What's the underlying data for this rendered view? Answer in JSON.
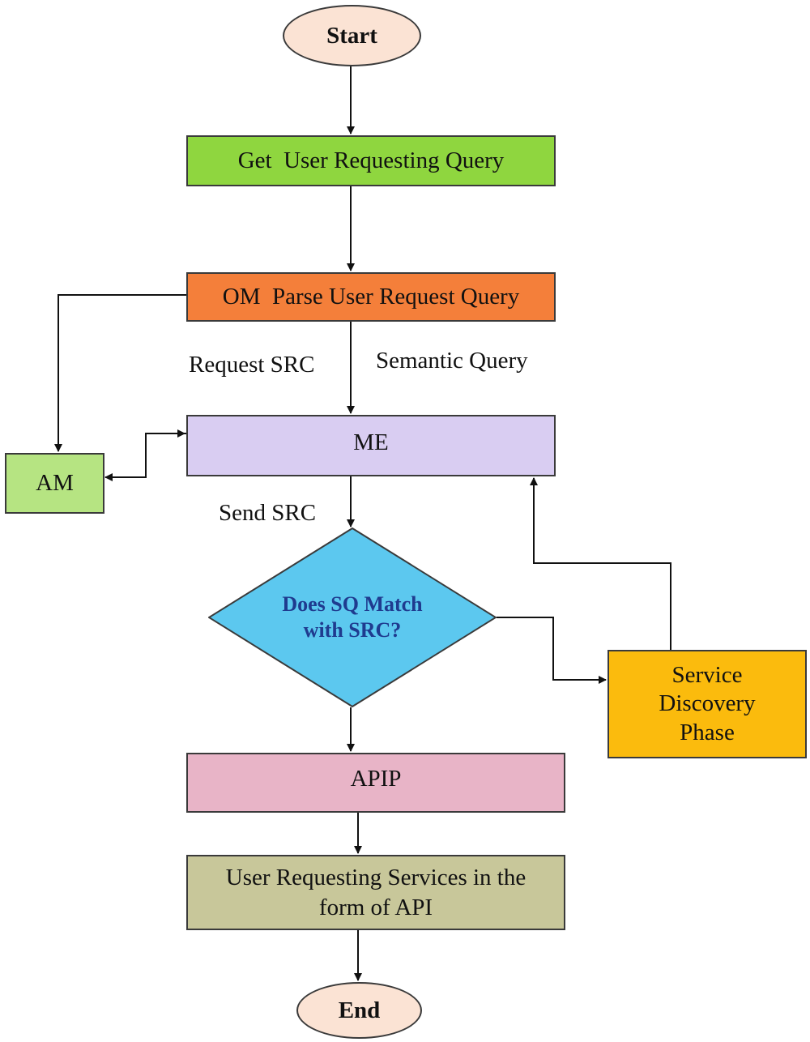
{
  "flowchart": {
    "start": "Start",
    "end": "End",
    "get_query": "Get  User Requesting Query",
    "om_parse": "OM  Parse User Request Query",
    "me": "ME",
    "am": "AM",
    "decision": "Does SQ Match\nwith SRC?",
    "service_discovery": "Service\nDiscovery\nPhase",
    "apip": "APIP",
    "user_services": "User Requesting Services in the\nform of API"
  },
  "edge_labels": {
    "request_src": "Request SRC",
    "semantic_query": "Semantic Query",
    "send_src": "Send SRC"
  },
  "colors": {
    "start_end": "#fbe3d4",
    "get_query": "#8fd63f",
    "om_parse": "#f47f3a",
    "me": "#d9cdf2",
    "am": "#b6e482",
    "decision": "#5cc8ef",
    "service_discovery": "#fbbb0d",
    "apip": "#e8b4c7",
    "user_services": "#c8c79a"
  }
}
